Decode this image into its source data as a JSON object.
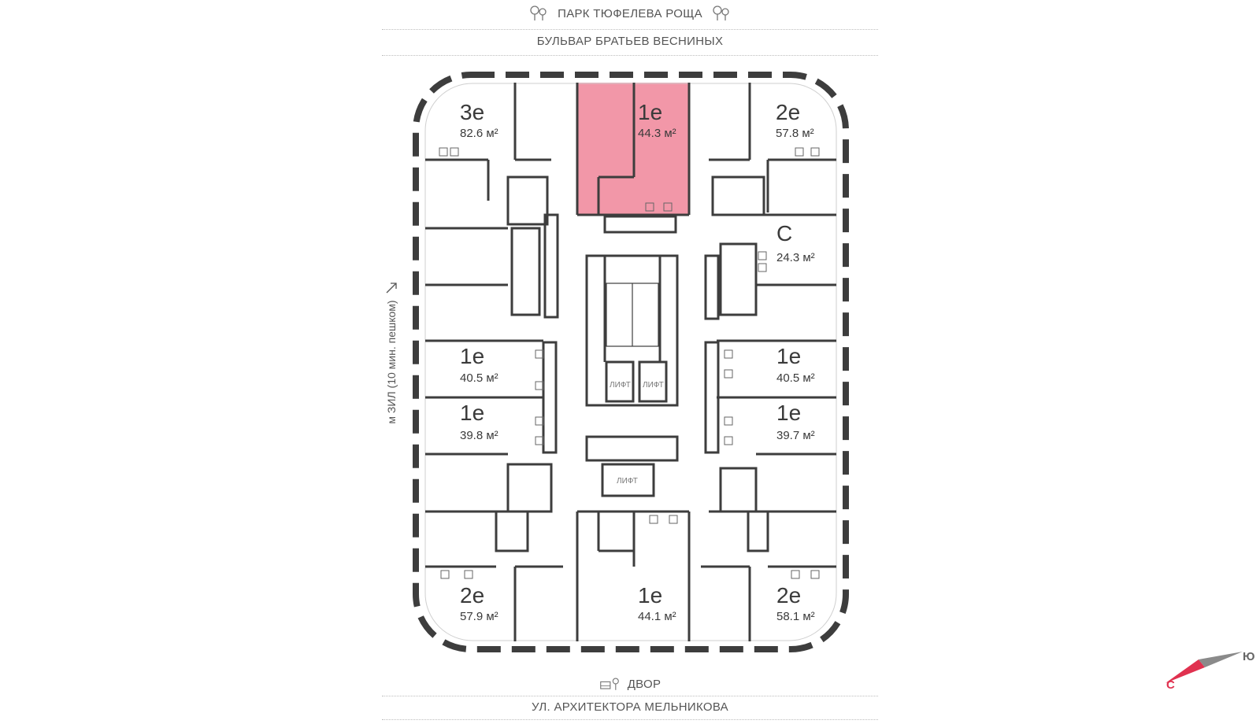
{
  "streets": {
    "top_park": "ПАРК ТЮФЕЛЕВА РОЩА",
    "top_boulevard": "БУЛЬВАР БРАТЬЕВ ВЕСНИНЫХ",
    "bottom_yard": "ДВОР",
    "bottom_street": "УЛ. АРХИТЕКТОРА МЕЛЬНИКОВА"
  },
  "side_label": "м ЗИЛ (10 мин. пешком)",
  "apartments": [
    {
      "type": "3е",
      "area": "82.6 м²"
    },
    {
      "type": "1е",
      "area": "44.3 м²",
      "highlighted": true
    },
    {
      "type": "2е",
      "area": "57.8 м²"
    },
    {
      "type": "С",
      "area": "24.3 м²"
    },
    {
      "type": "1е",
      "area": "40.5 м²"
    },
    {
      "type": "1е",
      "area": "40.5 м²"
    },
    {
      "type": "1е",
      "area": "39.8 м²"
    },
    {
      "type": "1е",
      "area": "39.7 м²"
    },
    {
      "type": "2е",
      "area": "57.9 м²"
    },
    {
      "type": "1е",
      "area": "44.1 м²"
    },
    {
      "type": "2е",
      "area": "58.1 м²"
    }
  ],
  "lifts": [
    "ЛИФТ",
    "ЛИФТ",
    "ЛИФТ"
  ],
  "compass": {
    "north": "С",
    "south": "Ю"
  },
  "colors": {
    "highlight": "#f297a8",
    "wall": "#3d3d3d",
    "compass_red": "#e0314f"
  },
  "icons": [
    "tree-icon",
    "yard-icon",
    "arrow-up-right-icon",
    "compass-icon"
  ]
}
